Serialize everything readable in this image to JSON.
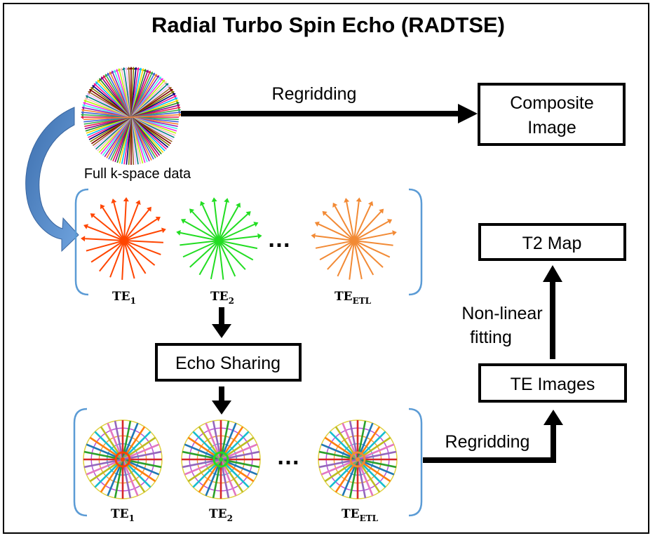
{
  "title": "Radial Turbo Spin Echo (RADTSE)",
  "kspace_label": "Full k-space data",
  "regridding_top": "Regridding",
  "composite_image": [
    "Composite",
    "Image"
  ],
  "t2_map": "T2 Map",
  "nonlinear_fitting": [
    "Non-linear",
    "fitting"
  ],
  "te_images": "TE Images",
  "echo_sharing": "Echo Sharing",
  "regridding_bottom": "Regridding",
  "ellipsis": "…",
  "te_labels": [
    {
      "base": "TE",
      "sub": "1"
    },
    {
      "base": "TE",
      "sub": "2"
    },
    {
      "base": "TE",
      "sub": "ETL"
    }
  ],
  "colors": {
    "te1": "#ff4500",
    "te2": "#22dd22",
    "te_etl": "#f28a35",
    "bracket": "#5b9bd5",
    "curved_arrow": "#4a7fbf"
  }
}
